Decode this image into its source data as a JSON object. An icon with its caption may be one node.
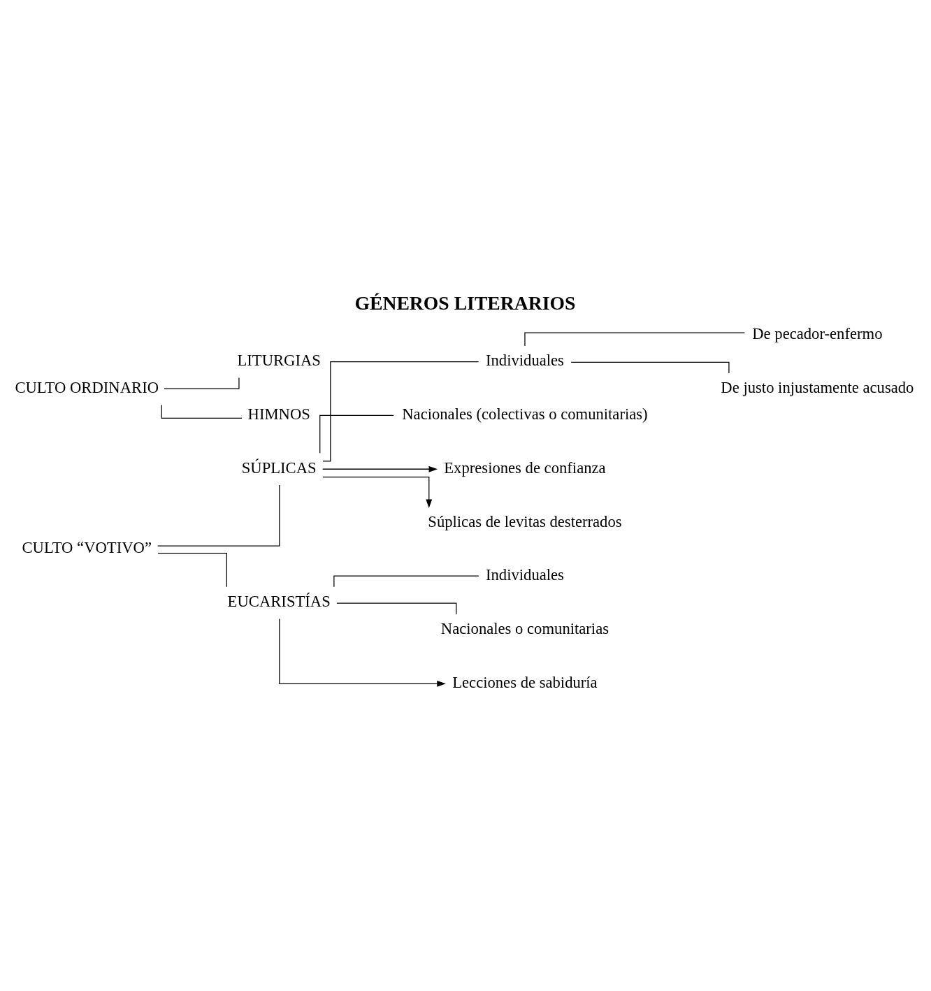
{
  "diagram": {
    "title": "GÉNEROS LITERARIOS",
    "nodes": [
      {
        "text": [
          "CULTO “VOTIVO”"
        ]
      },
      {
        "text": [
          "SÚPLICAS"
        ]
      },
      {
        "text": [
          "Individuales"
        ]
      },
      {
        "text": [
          "De pecador-enfermo"
        ]
      },
      {
        "text": [
          "De justo injustamente acusado"
        ]
      },
      {
        "text": [
          "Nacionales (colectivas o comunitarias)"
        ]
      },
      {
        "text": [
          "Expresiones de confianza"
        ]
      },
      {
        "text": [
          "Súplicas de levitas desterrados"
        ]
      },
      {
        "text": [
          "EUCARISTÍAS"
        ]
      },
      {
        "text": [
          "Individuales"
        ]
      },
      {
        "text": [
          "Nacionales o comunitarias"
        ]
      },
      {
        "text": [
          "Lecciones de sabiduría"
        ]
      },
      {
        "text": [
          "CULTO ORDINARIO"
        ]
      },
      {
        "text": [
          "LITURGIAS"
        ]
      },
      {
        "text": [
          "HIMNOS"
        ]
      }
    ],
    "edges": [
      {
        "from": 0,
        "to": 1,
        "arrow": "none"
      },
      {
        "from": 0,
        "to": 8,
        "arrow": "none"
      },
      {
        "from": 1,
        "to": 2,
        "arrow": "none"
      },
      {
        "from": 1,
        "to": 5,
        "arrow": "none"
      },
      {
        "from": 2,
        "to": 3,
        "arrow": "none"
      },
      {
        "from": 2,
        "to": 4,
        "arrow": "none"
      },
      {
        "from": 1,
        "to": 6,
        "arrow": "to"
      },
      {
        "from": 1,
        "to": 7,
        "arrow": "to"
      },
      {
        "from": 8,
        "to": 9,
        "arrow": "none"
      },
      {
        "from": 8,
        "to": 10,
        "arrow": "none"
      },
      {
        "from": 8,
        "to": 11,
        "arrow": "to"
      },
      {
        "from": 12,
        "to": 13,
        "arrow": "none"
      },
      {
        "from": 12,
        "to": 14,
        "arrow": "none"
      }
    ]
  }
}
